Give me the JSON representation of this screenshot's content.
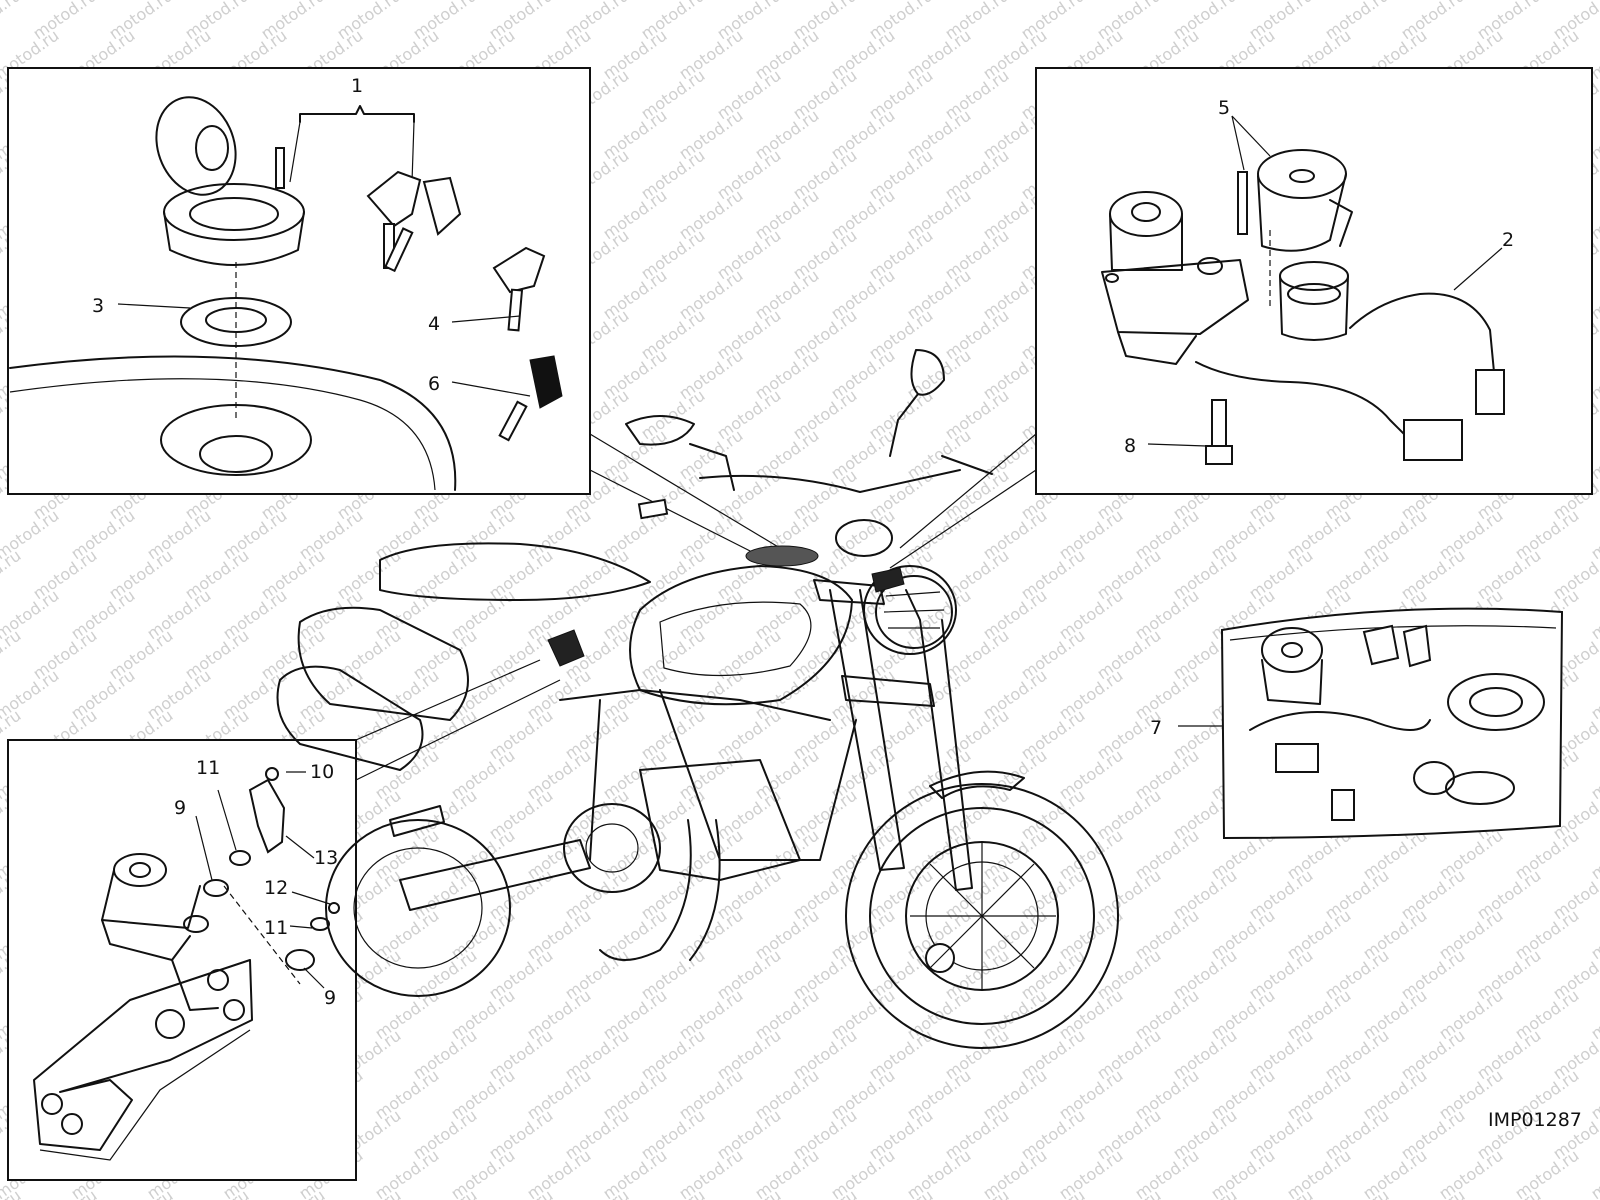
{
  "watermark": "motod.ru",
  "image_code": "IMP01287",
  "callouts": {
    "c1": "1",
    "c2": "2",
    "c3": "3",
    "c4": "4",
    "c5": "5",
    "c6": "6",
    "c7": "7",
    "c8": "8",
    "c9a": "9",
    "c9b": "9",
    "c10": "10",
    "c11a": "11",
    "c11b": "11",
    "c12": "12",
    "c13": "13"
  },
  "colors": {
    "line": "#111111",
    "watermark": "#cfcfcf",
    "background": "#ffffff"
  }
}
